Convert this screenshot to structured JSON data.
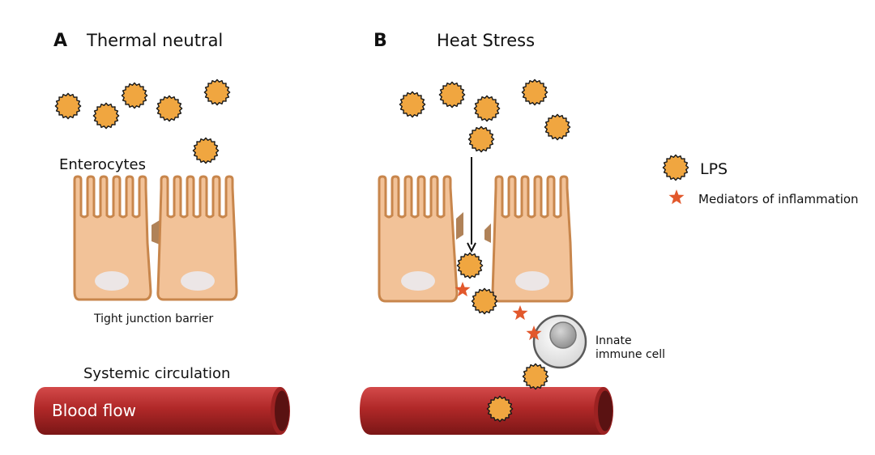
{
  "panel_a": {
    "letter": "A",
    "title": "Thermal neutral",
    "enterocytes_label": "Enterocytes",
    "tight_junction_label": "Tight junction barrier",
    "circulation_label": "Systemic circulation",
    "blood_flow_label": "Blood flow"
  },
  "panel_b": {
    "letter": "B",
    "title": "Heat Stress",
    "immune_cell_line1": "Innate",
    "immune_cell_line2": "immune cell"
  },
  "legend": {
    "lps_label": "LPS",
    "mediators_label": "Mediators of inflammation"
  },
  "colors": {
    "lps_fill": "#f0a640",
    "lps_stroke": "#1a1a1a",
    "mediator": "#e2582c",
    "cell_fill": "#f2c298",
    "cell_stroke": "#c8864c",
    "vessel": "#b52a2a"
  }
}
